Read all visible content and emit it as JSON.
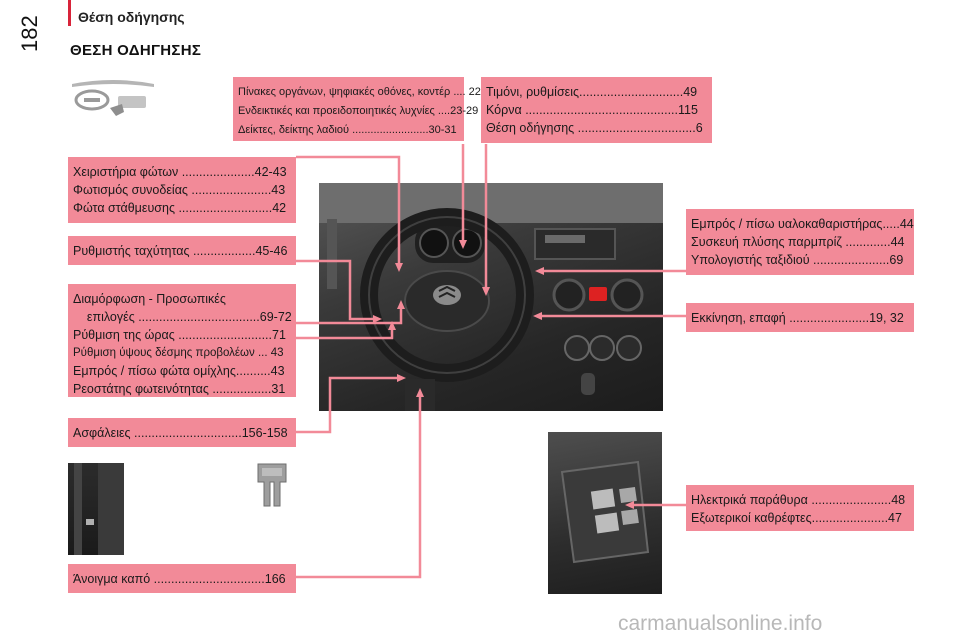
{
  "header": {
    "section": "Θέση οδήγησης",
    "page_number": "182"
  },
  "page_title": "ΘΕΣΗ ΟΔΗΓΗΣΗΣ",
  "boxes": {
    "displays": [
      "Πίνακες οργάνων, ψηφιακές οθόνες, κοντέρ .... 22",
      "Ενδεικτικές και προειδοποιητικές λυχνίες ....23-29",
      "Δείκτες, δείκτης λαδιού .........................30-31"
    ],
    "steering": [
      "Τιμόνι, ρυθμίσεις..............................49",
      "Κόρνα ............................................115",
      "Θέση οδήγησης ..................................6"
    ],
    "lights": [
      "Χειριστήρια φώτων .....................42-43",
      "Φωτισμός συνοδείας .......................43",
      "Φώτα στάθμευσης ...........................42"
    ],
    "wipers": [
      "Εμπρός / πίσω υαλοκαθαριστήρας.....44",
      "Συσκευή πλύσης παρμπρίζ .............44",
      "Υπολογιστής ταξιδιού ......................69"
    ],
    "cruise": [
      "Ρυθμιστής ταχύτητας ..................45-46"
    ],
    "ignition": [
      "Εκκίνηση, επαφή .......................19, 32"
    ],
    "config": [
      "Διαμόρφωση - Προσωπικές",
      "    επιλογές ...................................69-72",
      "Ρύθμιση της ώρας ...........................71",
      "Ρύθμιση ύψους δέσμης προβολέων ... 43",
      "Εμπρός / πίσω φώτα ομίχλης..........43",
      "Ρεοστάτης φωτεινότητας .................31"
    ],
    "fuses": [
      "Ασφάλειες ...............................156-158"
    ],
    "windows": [
      "Ηλεκτρικά παράθυρα .......................48",
      "Εξωτερικοί καθρέφτες......................47"
    ],
    "bonnet": [
      "Άνοιγμα καπό ................................166"
    ]
  },
  "watermark": "carmanualsonline.info",
  "colors": {
    "box": "#f28a98",
    "line": "#f28a98",
    "accent": "#d8243a"
  }
}
